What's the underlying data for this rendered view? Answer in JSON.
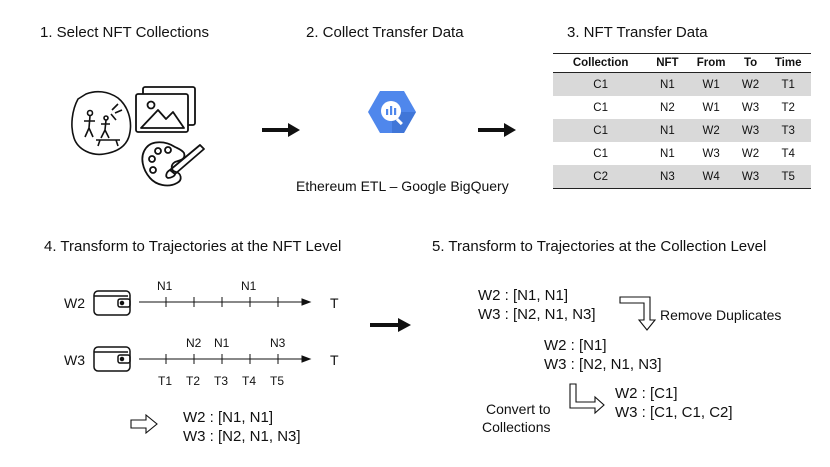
{
  "step1": {
    "title": "1. Select NFT Collections",
    "icons": [
      "cave-painting-icon",
      "image-gallery-icon",
      "paint-palette-icon"
    ]
  },
  "step2": {
    "title": "2. Collect Transfer Data",
    "caption": "Ethereum ETL – Google BigQuery",
    "icon": "bigquery-icon"
  },
  "step3": {
    "title": "3. NFT Transfer Data",
    "columns": [
      "Collection",
      "NFT",
      "From",
      "To",
      "Time"
    ],
    "rows": [
      [
        "C1",
        "N1",
        "W1",
        "W2",
        "T1"
      ],
      [
        "C1",
        "N2",
        "W1",
        "W3",
        "T2"
      ],
      [
        "C1",
        "N1",
        "W2",
        "W3",
        "T3"
      ],
      [
        "C1",
        "N1",
        "W3",
        "W2",
        "T4"
      ],
      [
        "C2",
        "N3",
        "W4",
        "W3",
        "T5"
      ]
    ]
  },
  "step4": {
    "title": "4. Transform to Trajectories at the NFT Level",
    "wallet1": "W2",
    "wallet2": "W3",
    "axis_label": "T",
    "w2_events": [
      "N1",
      "N1"
    ],
    "w3_events": [
      "N2",
      "N1",
      "N3"
    ],
    "time_ticks": [
      "T1",
      "T2",
      "T3",
      "T4",
      "T5"
    ],
    "result_w2": "W2 : [N1, N1]",
    "result_w3": "W3 : [N2, N1, N3]"
  },
  "step5": {
    "title": "5. Transform to Trajectories at the Collection Level",
    "seq_w2": "W2 : [N1, N1]",
    "seq_w3": "W3 : [N2, N1, N3]",
    "remove_label": "Remove Duplicates",
    "dedup_w2": "W2 : [N1]",
    "dedup_w3": "W3 : [N2, N1, N3]",
    "convert_label_1": "Convert to",
    "convert_label_2": "Collections",
    "coll_w2": "W2 : [C1]",
    "coll_w3": "W3 : [C1, C1, C2]"
  }
}
